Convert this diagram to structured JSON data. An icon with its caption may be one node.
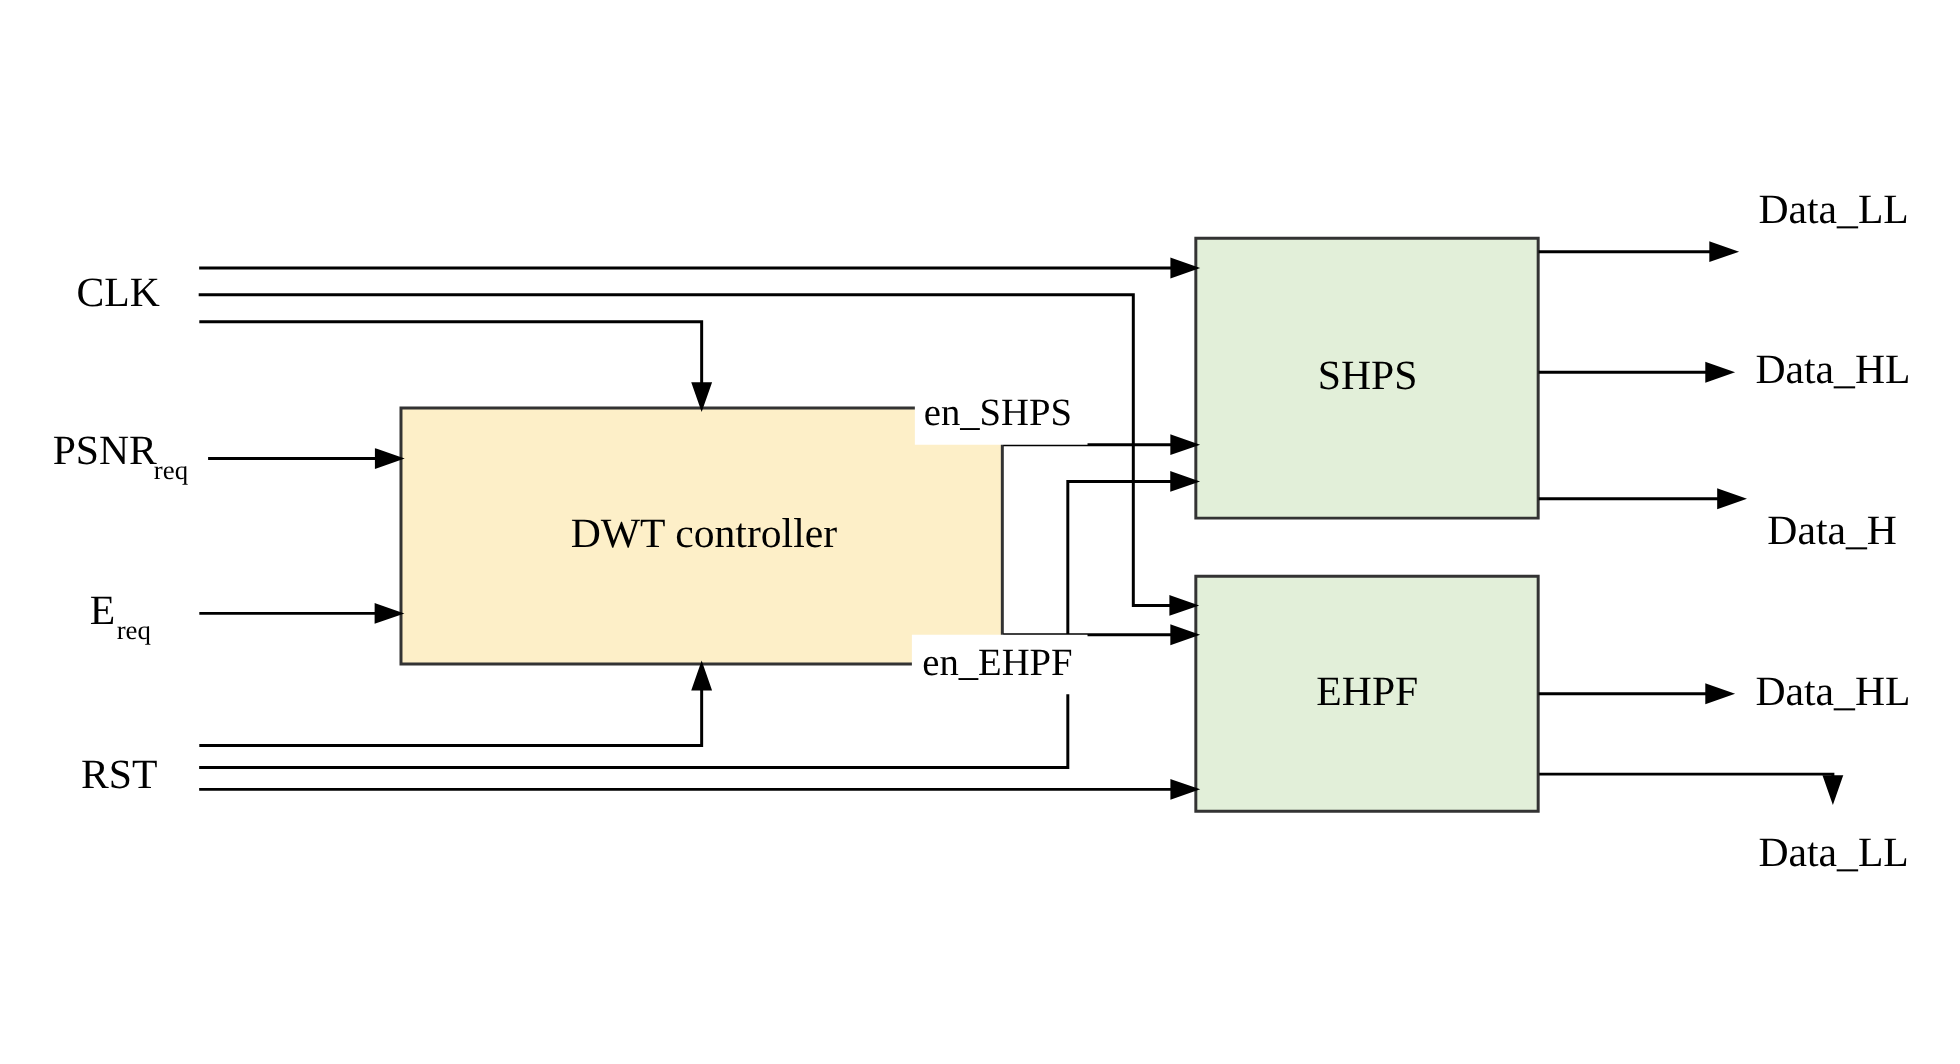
{
  "diagram": {
    "nodes": [
      {
        "text": [
          "CLK"
        ]
      },
      {
        "text": [
          "RST"
        ]
      },
      {
        "text": [
          "SHPS"
        ]
      },
      {
        "text": [
          "Data_LL"
        ]
      },
      {
        "text": [
          "Data_HL"
        ]
      },
      {
        "text": [
          "Data_H"
        ]
      },
      {
        "text": [
          "EHPF"
        ]
      },
      {
        "text": [
          "Data_LL"
        ]
      },
      {
        "text": [
          "Data_HL"
        ]
      },
      {
        "text": [
          "PSNR$_{req}$"
        ]
      },
      {
        "text": [
          "DWT controller"
        ]
      },
      {
        "text": [
          "E$_{req}$"
        ]
      }
    ],
    "edges": [
      {
        "from": 1,
        "to": 2,
        "arrow": "to"
      },
      {
        "from": 0,
        "to": 2,
        "arrow": "to"
      },
      {
        "from": 10,
        "to": 2,
        "arrow": "to",
        "label": "en_SHPS"
      },
      {
        "from": 2,
        "to": 3,
        "arrow": "to"
      },
      {
        "from": 2,
        "to": 4,
        "arrow": "to"
      },
      {
        "from": 2,
        "to": 5,
        "arrow": "to"
      },
      {
        "from": 1,
        "to": 6,
        "arrow": "to"
      },
      {
        "from": 0,
        "to": 6,
        "arrow": "to"
      },
      {
        "from": 10,
        "to": 6,
        "arrow": "to",
        "label": "en_EHPF"
      },
      {
        "from": 6,
        "to": 7,
        "arrow": "to"
      },
      {
        "from": 6,
        "to": 8,
        "arrow": "to"
      },
      {
        "from": 0,
        "to": 10,
        "arrow": "to"
      },
      {
        "from": 1,
        "to": 10,
        "arrow": "to"
      },
      {
        "from": 9,
        "to": 10,
        "arrow": "to"
      },
      {
        "from": 11,
        "to": 10,
        "arrow": "to"
      }
    ]
  }
}
